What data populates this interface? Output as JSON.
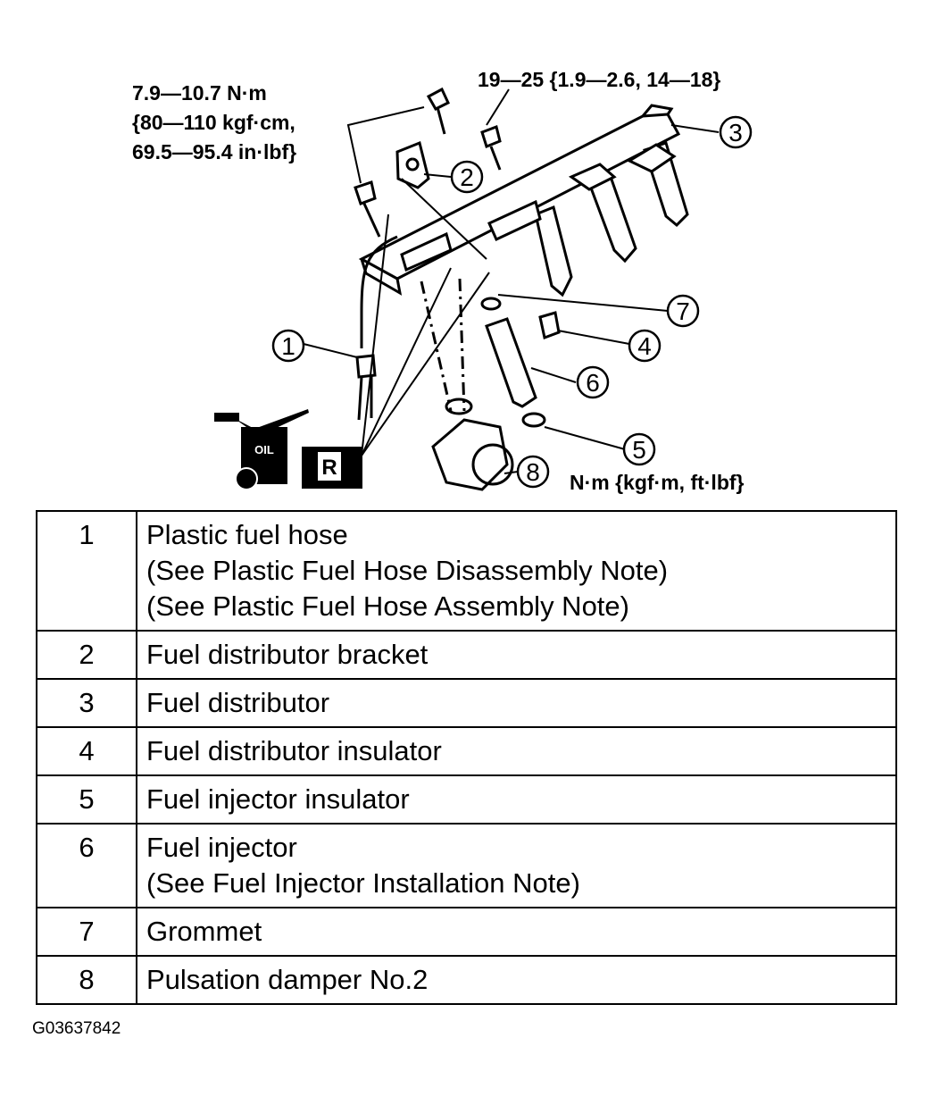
{
  "diagram": {
    "torque_left": [
      "7.9—10.7 N·m",
      "{80—110 kgf·cm,",
      "69.5—95.4 in·lbf}"
    ],
    "torque_top": "19—25 {1.9—2.6, 14—18}",
    "units_note": "N·m {kgf·m, ft·lbf}",
    "oil_icon_text": "OIL",
    "replace_icon_text": "R",
    "callouts": [
      "1",
      "2",
      "3",
      "4",
      "5",
      "6",
      "7",
      "8"
    ]
  },
  "parts": [
    {
      "num": "1",
      "lines": [
        "Plastic fuel hose",
        "(See Plastic Fuel Hose Disassembly Note)",
        "(See Plastic Fuel Hose Assembly Note)"
      ]
    },
    {
      "num": "2",
      "lines": [
        "Fuel distributor bracket"
      ]
    },
    {
      "num": "3",
      "lines": [
        "Fuel distributor"
      ]
    },
    {
      "num": "4",
      "lines": [
        "Fuel distributor insulator"
      ]
    },
    {
      "num": "5",
      "lines": [
        "Fuel injector insulator"
      ]
    },
    {
      "num": "6",
      "lines": [
        "Fuel injector",
        "(See Fuel Injector Installation Note)"
      ]
    },
    {
      "num": "7",
      "lines": [
        "Grommet"
      ]
    },
    {
      "num": "8",
      "lines": [
        "Pulsation damper No.2"
      ]
    }
  ],
  "figure_code": "G03637842"
}
